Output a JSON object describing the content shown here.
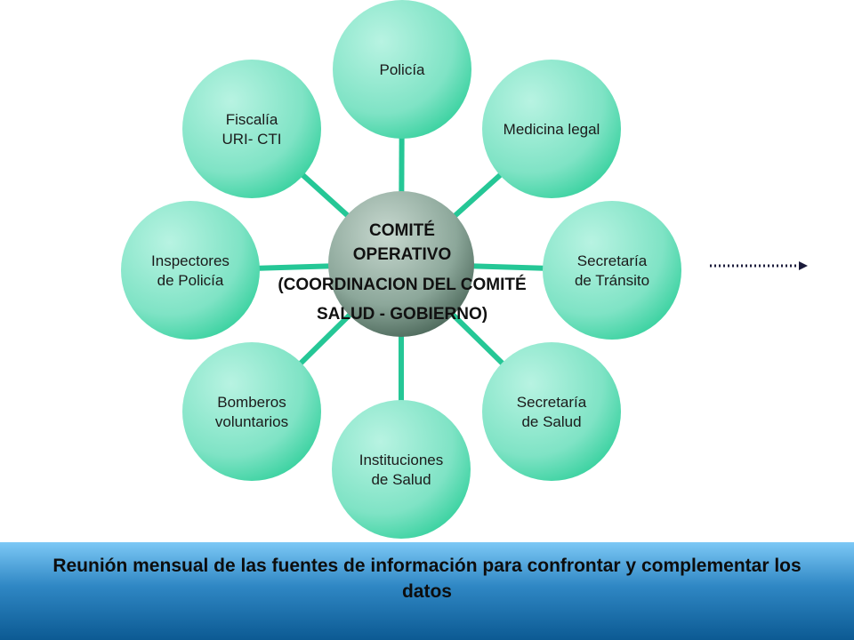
{
  "center": {
    "lines": [
      "COMITÉ",
      "OPERATIVO",
      "(COORDINACION DEL COMITÉ",
      "SALUD - GOBIERNO)"
    ]
  },
  "nodes": [
    {
      "id": "policia",
      "lines": [
        "Policía"
      ]
    },
    {
      "id": "medicina-legal",
      "lines": [
        "Medicina legal"
      ]
    },
    {
      "id": "secretaria-transito",
      "lines": [
        "Secretaría",
        "de Tránsito"
      ]
    },
    {
      "id": "secretaria-salud",
      "lines": [
        "Secretaría",
        "de Salud"
      ]
    },
    {
      "id": "instituciones-salud",
      "lines": [
        "Instituciones",
        "de Salud"
      ]
    },
    {
      "id": "bomberos",
      "lines": [
        "Bomberos",
        "voluntarios"
      ]
    },
    {
      "id": "inspectores",
      "lines": [
        "Inspectores",
        "de Policía"
      ]
    },
    {
      "id": "fiscalia",
      "lines": [
        "Fiscalía",
        "URI- CTI"
      ]
    }
  ],
  "banner": {
    "text": "Reunión mensual de las fuentes de información para confrontar y complementar los datos"
  },
  "colors": {
    "node_fill": "#8ee8cf",
    "node_fill_dark": "#2fcf9a",
    "connector": "#25c796",
    "center_fill": "#9fb7aa",
    "center_fill_dark": "#3e5a4c",
    "arrow": "#1a1a3a"
  }
}
